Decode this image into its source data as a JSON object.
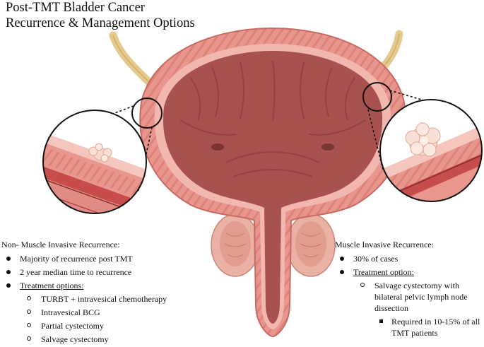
{
  "title": {
    "line1": "Post-TMT Bladder Cancer",
    "line2": "Recurrence & Management Options"
  },
  "nmi": {
    "heading": "Non- Muscle Invasive Recurrence:",
    "bullets": [
      "Majority of recurrence post TMT",
      "2 year median time to recurrence",
      "Treatment options:"
    ],
    "treatments": [
      "TURBT + intravesical chemotherapy",
      "Intravesical BCG",
      "Partial cystectomy",
      "Salvage cystectomy"
    ]
  },
  "mi": {
    "heading": "Muscle Invasive Recurrence:",
    "bullets": [
      "30% of cases",
      "Treatment option:"
    ],
    "treatment": "Salvage cystectomy with bilateral pelvic lymph node dissection",
    "note": "Required in 10-15% of all TMT patients"
  },
  "colors": {
    "bladder_wall": "#e8968e",
    "bladder_wall_light": "#f2b8b0",
    "lumen": "#a8524f",
    "lumen_dark": "#8e403e",
    "muscle_stripe": "#d77a72",
    "ureter": "#e6c98c",
    "tumor": "#f6d8cc",
    "vessel": "#a93a3a",
    "outline": "#111111"
  }
}
